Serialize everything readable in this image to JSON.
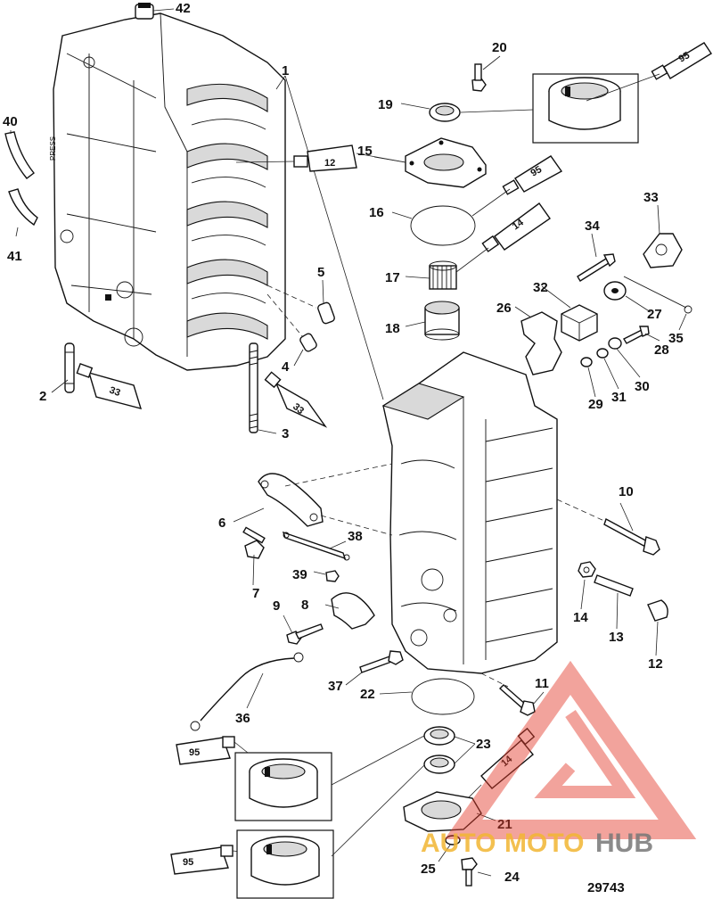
{
  "diagram_id": "29743",
  "watermark": {
    "part1": "AUTO",
    "part2": "MOTO",
    "part3": "HUB",
    "color_tri": "#e23a2a",
    "color_gold": "#f2b632",
    "color_gray": "#777777"
  },
  "tube_labels": {
    "t95": "95",
    "t12": "12",
    "t14": "14",
    "t33": "33"
  },
  "callouts": {
    "c1": "1",
    "c2": "2",
    "c3": "3",
    "c4": "4",
    "c5": "5",
    "c6": "6",
    "c7": "7",
    "c8": "8",
    "c9": "9",
    "c10": "10",
    "c11": "11",
    "c12": "12",
    "c13": "13",
    "c14": "14",
    "c15": "15",
    "c16": "16",
    "c17": "17",
    "c18": "18",
    "c19": "19",
    "c20": "20",
    "c21": "21",
    "c22": "22",
    "c23": "23",
    "c24": "24",
    "c25": "25",
    "c26": "26",
    "c27": "27",
    "c28": "28",
    "c29": "29",
    "c30": "30",
    "c31": "31",
    "c32": "32",
    "c33": "33",
    "c34": "34",
    "c35": "35",
    "c36": "36",
    "c37": "37",
    "c38": "38",
    "c39": "39",
    "c40": "40",
    "c41": "41",
    "c42": "42"
  }
}
